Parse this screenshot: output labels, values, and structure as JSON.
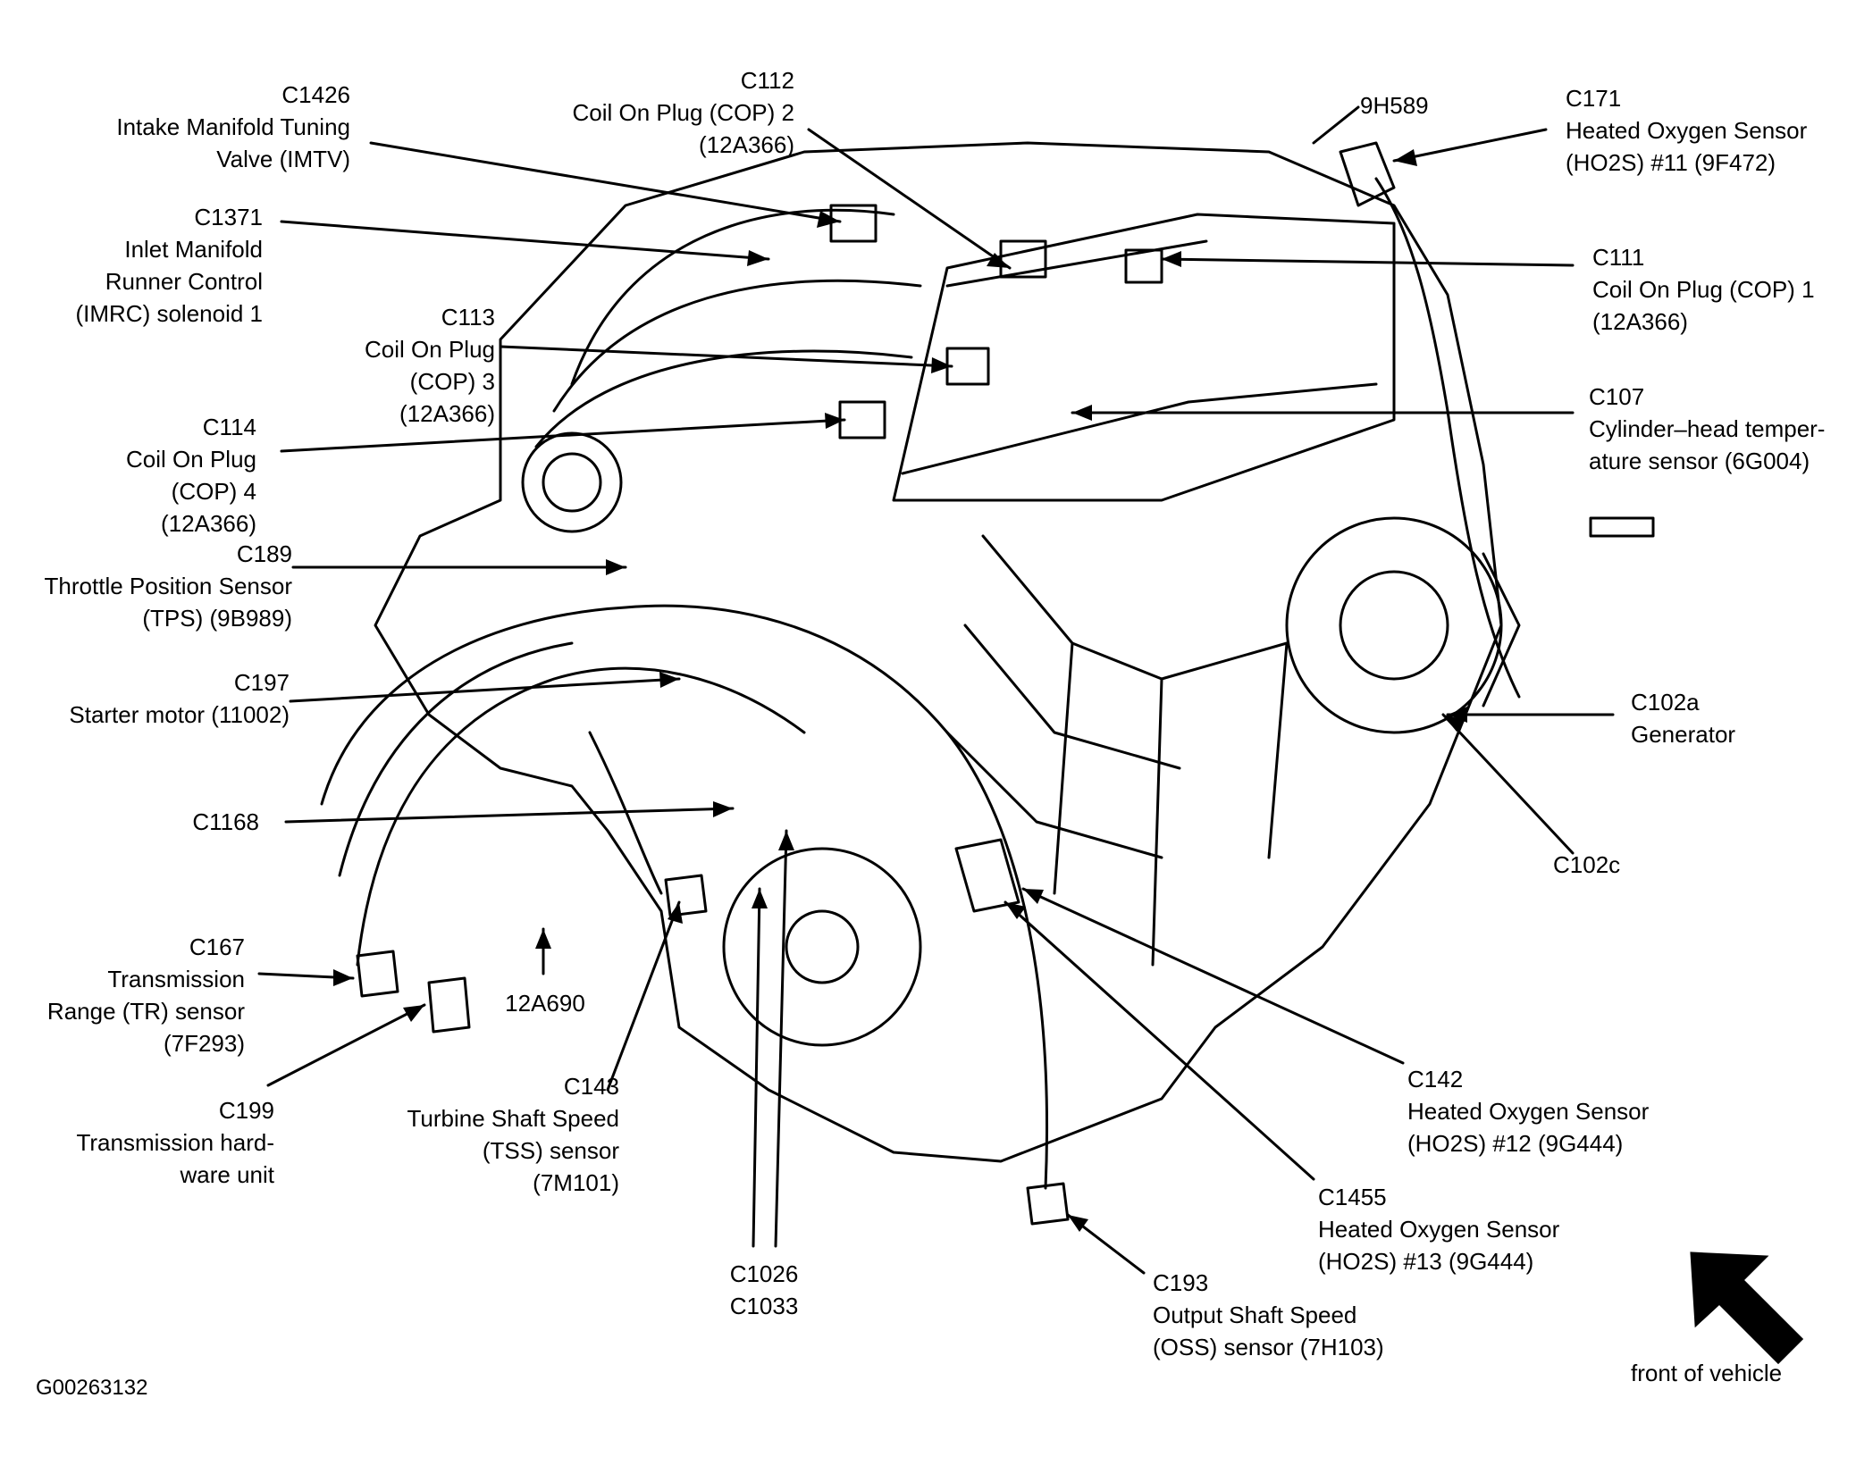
{
  "figure_id": "G00263132",
  "orientation_label": "front of vehicle",
  "callouts": [
    {
      "id": "c1426",
      "lines": [
        "C1426",
        "Intake Manifold Tuning",
        "Valve (IMTV)"
      ]
    },
    {
      "id": "c112",
      "lines": [
        "C112",
        "Coil On Plug (COP) 2",
        "(12A366)"
      ]
    },
    {
      "id": "9h589",
      "lines": [
        "9H589"
      ]
    },
    {
      "id": "c171",
      "lines": [
        "C171",
        "Heated Oxygen Sensor",
        "(HO2S) #11 (9F472)"
      ]
    },
    {
      "id": "c1371",
      "lines": [
        "C1371",
        "Inlet Manifold",
        "Runner Control",
        "(IMRC) solenoid 1"
      ]
    },
    {
      "id": "c111",
      "lines": [
        "C111",
        "Coil On Plug (COP) 1",
        "(12A366)"
      ]
    },
    {
      "id": "c113",
      "lines": [
        "C113",
        "Coil On Plug",
        "(COP) 3",
        "(12A366)"
      ]
    },
    {
      "id": "c107",
      "lines": [
        "C107",
        "Cylinder–head temper-",
        "ature sensor (6G004)"
      ]
    },
    {
      "id": "c114",
      "lines": [
        "C114",
        "Coil On Plug",
        "(COP) 4",
        "(12A366)"
      ]
    },
    {
      "id": "c189",
      "lines": [
        "C189",
        "Throttle Position Sensor",
        "(TPS) (9B989)"
      ]
    },
    {
      "id": "c197",
      "lines": [
        "C197",
        "Starter motor (11002)"
      ]
    },
    {
      "id": "c102a",
      "lines": [
        "C102a",
        "Generator"
      ]
    },
    {
      "id": "c1168",
      "lines": [
        "C1168"
      ]
    },
    {
      "id": "c102c",
      "lines": [
        "C102c"
      ]
    },
    {
      "id": "c167",
      "lines": [
        "C167",
        "Transmission",
        "Range (TR) sensor",
        "(7F293)"
      ]
    },
    {
      "id": "12a690",
      "lines": [
        "12A690"
      ]
    },
    {
      "id": "c142",
      "lines": [
        "C142",
        "Heated Oxygen Sensor",
        "(HO2S) #12 (9G444)"
      ]
    },
    {
      "id": "c143",
      "lines": [
        "C143",
        "Turbine Shaft Speed",
        "(TSS) sensor",
        "(7M101)"
      ]
    },
    {
      "id": "c199",
      "lines": [
        "C199",
        "Transmission hard-",
        "ware unit"
      ]
    },
    {
      "id": "c1455",
      "lines": [
        "C1455",
        "Heated Oxygen Sensor",
        "(HO2S) #13 (9G444)"
      ]
    },
    {
      "id": "c1026",
      "lines": [
        "C1026",
        "C1033"
      ]
    },
    {
      "id": "c193",
      "lines": [
        "C193",
        "Output Shaft Speed",
        "(OSS) sensor (7H103)"
      ]
    }
  ]
}
